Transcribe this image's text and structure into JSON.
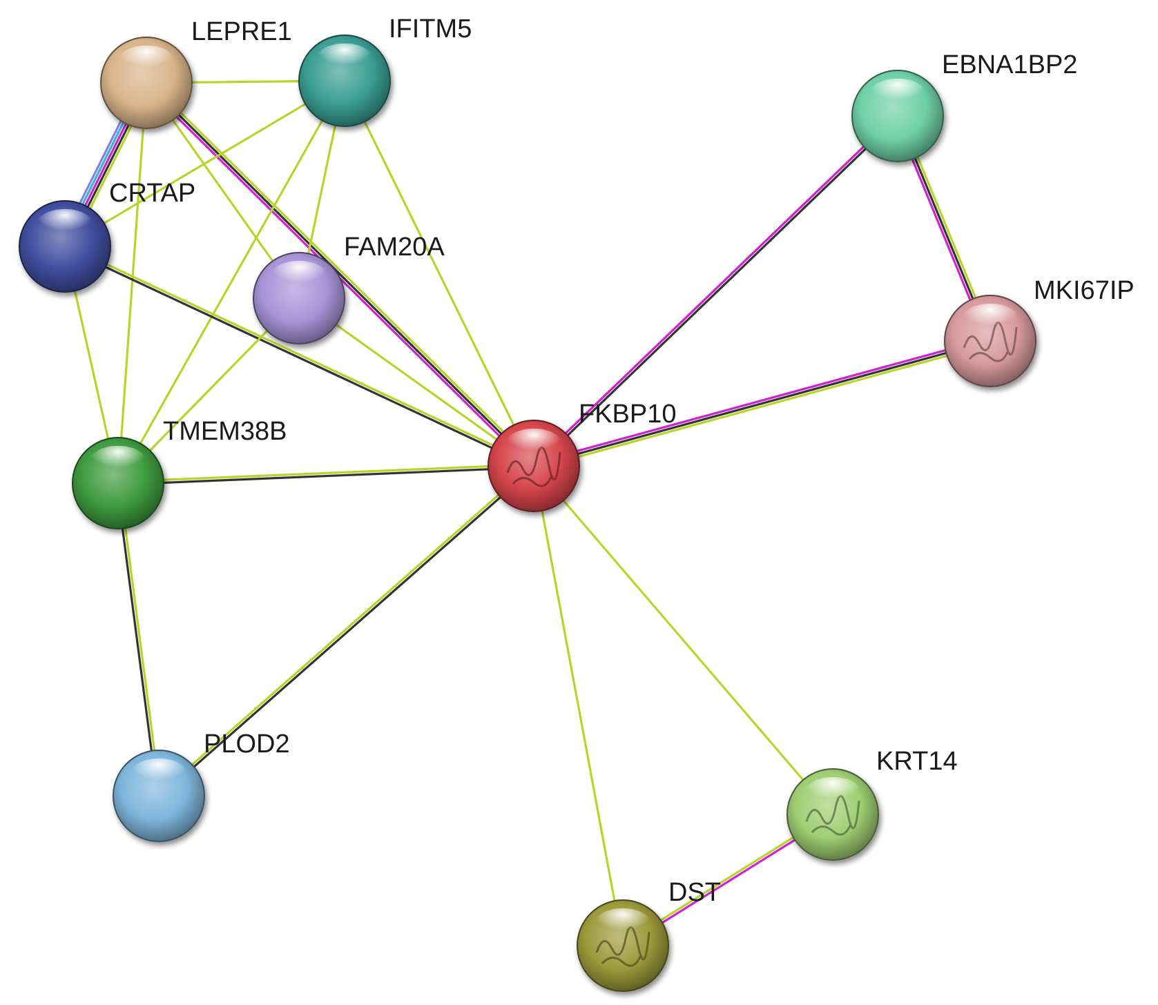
{
  "nodes": [
    {
      "id": "LEPRE1",
      "label": "LEPRE1",
      "color": "#d9b48a"
    },
    {
      "id": "IFITM5",
      "label": "IFITM5",
      "color": "#3a9e94"
    },
    {
      "id": "EBNA1BP2",
      "label": "EBNA1BP2",
      "color": "#6fd0a8"
    },
    {
      "id": "CRTAP",
      "label": "CRTAP",
      "color": "#3f4e9e"
    },
    {
      "id": "FAM20A",
      "label": "FAM20A",
      "color": "#a894d8"
    },
    {
      "id": "MKI67IP",
      "label": "MKI67IP",
      "color": "#d89a9c",
      "structure": "true"
    },
    {
      "id": "FKBP10",
      "label": "FKBP10",
      "color": "#d6454b",
      "structure": "true"
    },
    {
      "id": "TMEM38B",
      "label": "TMEM38B",
      "color": "#3e9b3e"
    },
    {
      "id": "PLOD2",
      "label": "PLOD2",
      "color": "#7fb6dc"
    },
    {
      "id": "KRT14",
      "label": "KRT14",
      "color": "#9fce72",
      "structure": "true"
    },
    {
      "id": "DST",
      "label": "DST",
      "color": "#9c9a3a",
      "structure": "true"
    }
  ],
  "edge_colors": {
    "textmining": "#b8d429",
    "coexpression": "#333333",
    "experimental": "#d21fd2",
    "database": "#34b4d6",
    "homology": "#8080ff"
  },
  "edges": [
    {
      "source": "LEPRE1",
      "target": "IFITM5",
      "types": [
        "textmining"
      ]
    },
    {
      "source": "LEPRE1",
      "target": "CRTAP",
      "types": [
        "textmining",
        "coexpression",
        "experimental",
        "database",
        "homology"
      ]
    },
    {
      "source": "LEPRE1",
      "target": "FAM20A",
      "types": [
        "textmining"
      ]
    },
    {
      "source": "LEPRE1",
      "target": "TMEM38B",
      "types": [
        "textmining"
      ]
    },
    {
      "source": "LEPRE1",
      "target": "FKBP10",
      "types": [
        "textmining",
        "coexpression",
        "experimental"
      ]
    },
    {
      "source": "IFITM5",
      "target": "CRTAP",
      "types": [
        "textmining"
      ]
    },
    {
      "source": "IFITM5",
      "target": "FAM20A",
      "types": [
        "textmining"
      ]
    },
    {
      "source": "IFITM5",
      "target": "TMEM38B",
      "types": [
        "textmining"
      ]
    },
    {
      "source": "IFITM5",
      "target": "FKBP10",
      "types": [
        "textmining"
      ]
    },
    {
      "source": "CRTAP",
      "target": "TMEM38B",
      "types": [
        "textmining"
      ]
    },
    {
      "source": "CRTAP",
      "target": "FKBP10",
      "types": [
        "textmining",
        "coexpression"
      ]
    },
    {
      "source": "FAM20A",
      "target": "TMEM38B",
      "types": [
        "textmining"
      ]
    },
    {
      "source": "FAM20A",
      "target": "FKBP10",
      "types": [
        "textmining"
      ]
    },
    {
      "source": "TMEM38B",
      "target": "FKBP10",
      "types": [
        "textmining",
        "coexpression"
      ]
    },
    {
      "source": "TMEM38B",
      "target": "PLOD2",
      "types": [
        "textmining",
        "coexpression"
      ]
    },
    {
      "source": "PLOD2",
      "target": "FKBP10",
      "types": [
        "textmining",
        "coexpression"
      ]
    },
    {
      "source": "EBNA1BP2",
      "target": "FKBP10",
      "types": [
        "coexpression",
        "experimental"
      ]
    },
    {
      "source": "EBNA1BP2",
      "target": "MKI67IP",
      "types": [
        "textmining",
        "coexpression",
        "experimental"
      ]
    },
    {
      "source": "MKI67IP",
      "target": "FKBP10",
      "types": [
        "textmining",
        "coexpression",
        "experimental"
      ]
    },
    {
      "source": "FKBP10",
      "target": "DST",
      "types": [
        "textmining"
      ]
    },
    {
      "source": "FKBP10",
      "target": "KRT14",
      "types": [
        "textmining"
      ]
    },
    {
      "source": "DST",
      "target": "KRT14",
      "types": [
        "textmining",
        "experimental"
      ]
    }
  ]
}
